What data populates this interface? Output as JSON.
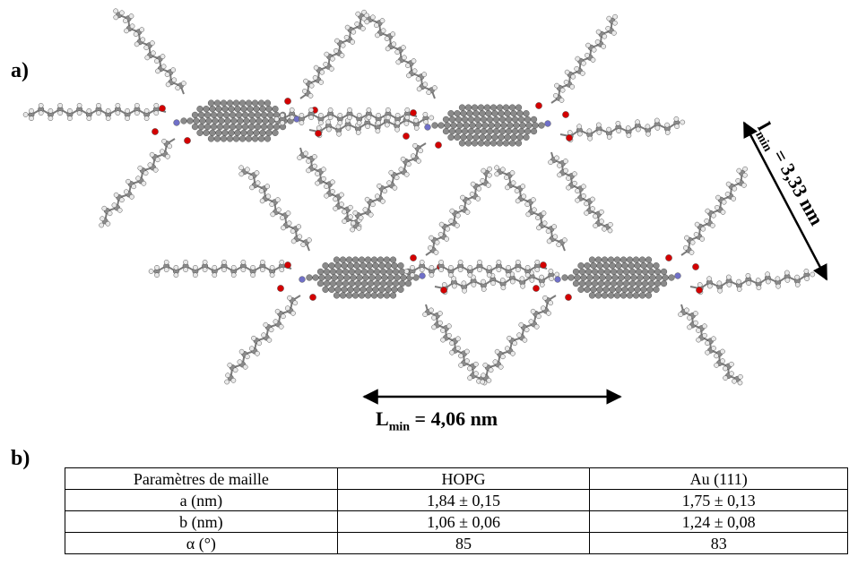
{
  "panel_a": {
    "label": "a)"
  },
  "panel_b": {
    "label": "b)"
  },
  "dimensions": {
    "L_min": {
      "prefix": "L",
      "subscript": "min",
      "value": " = 4,06 nm"
    },
    "l_min": {
      "prefix": "l",
      "subscript": "min",
      "value": " = 3,33 nm"
    }
  },
  "colors": {
    "carbon": "#8a8a8a",
    "hydrogen": "#e8e8e8",
    "oxygen": "#d40000",
    "nitrogen": "#7070c8",
    "bond": "#7a7a7a"
  },
  "table": {
    "headers": [
      "Paramètres de maille",
      "HOPG",
      "Au (111)"
    ],
    "rows": [
      [
        "a (nm)",
        "1,84 ± 0,15",
        "1,75 ± 0,13"
      ],
      [
        "b (nm)",
        "1,06 ± 0,06",
        "1,24 ± 0,08"
      ],
      [
        "α (°)",
        "85",
        "83"
      ]
    ]
  }
}
